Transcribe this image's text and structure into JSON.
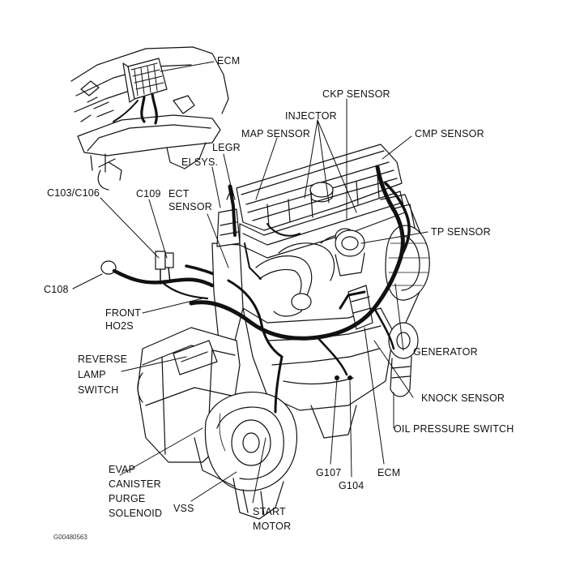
{
  "diagram": {
    "figure_id": "G00480563",
    "labels": {
      "ecm_top": "ECM",
      "ckp_sensor": "CKP SENSOR",
      "injector": "INJECTOR",
      "map_sensor": "MAP SENSOR",
      "cmp_sensor": "CMP SENSOR",
      "legr": "LEGR",
      "ei_sys": "EI SYS.",
      "c103_c106": "C103/C106",
      "c109": "C109",
      "ect_sensor": [
        "ECT",
        "SENSOR"
      ],
      "tp_sensor": "TP SENSOR",
      "c108": "C108",
      "front_ho2s": [
        "FRONT",
        "HO2S"
      ],
      "reverse_lamp_switch": [
        "REVERSE",
        "LAMP",
        "SWITCH"
      ],
      "generator": "GENERATOR",
      "knock_sensor": "KNOCK SENSOR",
      "oil_pressure_switch": "OIL PRESSURE SWITCH",
      "evap_canister_purge_solenoid": [
        "EVAP",
        "CANISTER",
        "PURGE",
        "SOLENOID"
      ],
      "vss": "VSS",
      "start_motor": [
        "START",
        "MOTOR"
      ],
      "g107": "G107",
      "g104": "G104",
      "ecm_bottom": "ECM"
    },
    "colors": {
      "line": "#111111",
      "background": "#ffffff"
    }
  }
}
